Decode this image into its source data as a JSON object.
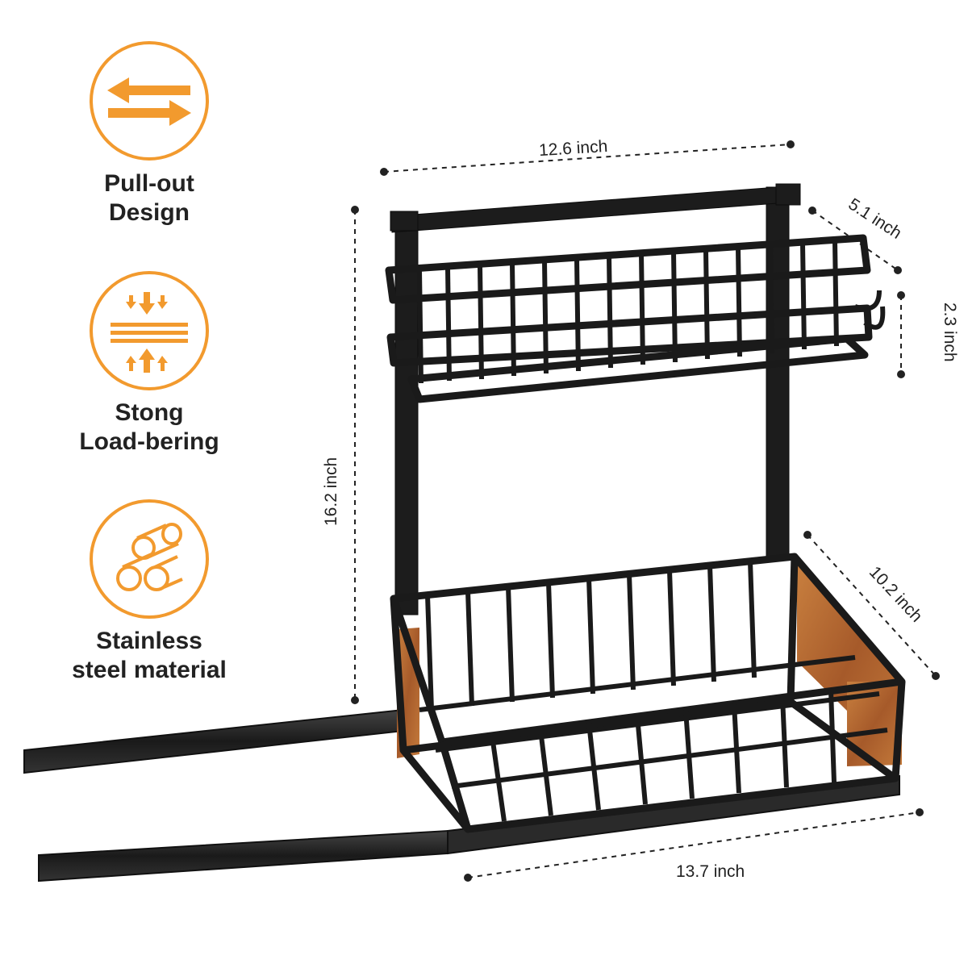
{
  "features": [
    {
      "icon": "pull-out-arrows-icon",
      "line1": "Pull-out",
      "line2": "Design"
    },
    {
      "icon": "load-bearing-icon",
      "line1": "Stong",
      "line2": "Load-bering"
    },
    {
      "icon": "steel-pipes-icon",
      "line1": "Stainless",
      "line2": "steel material"
    }
  ],
  "dimensions": {
    "top_width": "12.6 inch",
    "top_depth": "5.1 inch",
    "top_height": "2.3 inch",
    "total_height": "16.2 inch",
    "bottom_depth": "10.2 inch",
    "bottom_width": "13.7 inch"
  },
  "colors": {
    "accent": "#F29A2E",
    "frame": "#1c1c1c",
    "wood": "#b86b35",
    "text": "#222222"
  }
}
